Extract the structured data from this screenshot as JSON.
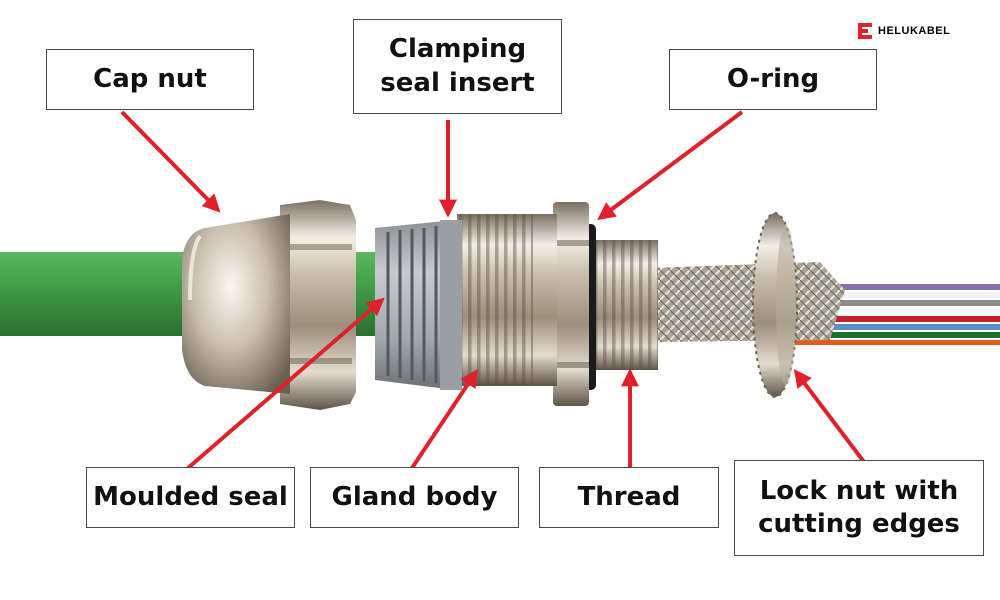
{
  "labels": {
    "cap_nut": "Cap nut",
    "clamping_seal_insert": [
      "Clamping",
      "seal insert"
    ],
    "o_ring": "O-ring",
    "moulded_seal": "Moulded seal",
    "gland_body": "Gland body",
    "thread": "Thread",
    "lock_nut": [
      "Lock nut with",
      "cutting edges"
    ]
  },
  "brand": {
    "name": "HELUKABEL"
  },
  "colors": {
    "arrow": "#e0202a",
    "brand": "#d9262c",
    "cable": "#3f9a46",
    "label_border": "#4a4a4a"
  }
}
